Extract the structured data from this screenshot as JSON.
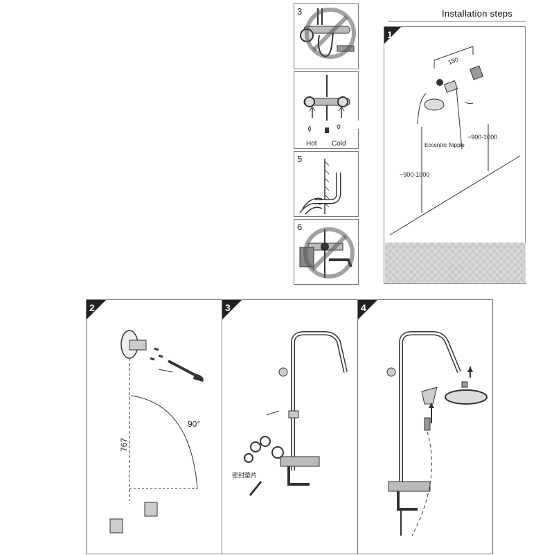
{
  "header": {
    "title": "Installation steps"
  },
  "small_steps": {
    "s3": {
      "number": "3"
    },
    "s4": {
      "hot_label": "Hot",
      "cold_label": "Cold"
    },
    "s5": {
      "number": "5"
    },
    "s6": {
      "number": "6"
    }
  },
  "step1": {
    "number": "1",
    "dim_spacing": "150",
    "dim_left": "~900-1000",
    "dim_right": "~900-1000",
    "nipple_label": "Eccentric Nipple"
  },
  "step2": {
    "number": "2",
    "height_label": "767",
    "angle_label": "90°"
  },
  "step3": {
    "number": "3",
    "gasket_label": "密封垫片"
  },
  "step4": {
    "number": "4"
  }
}
